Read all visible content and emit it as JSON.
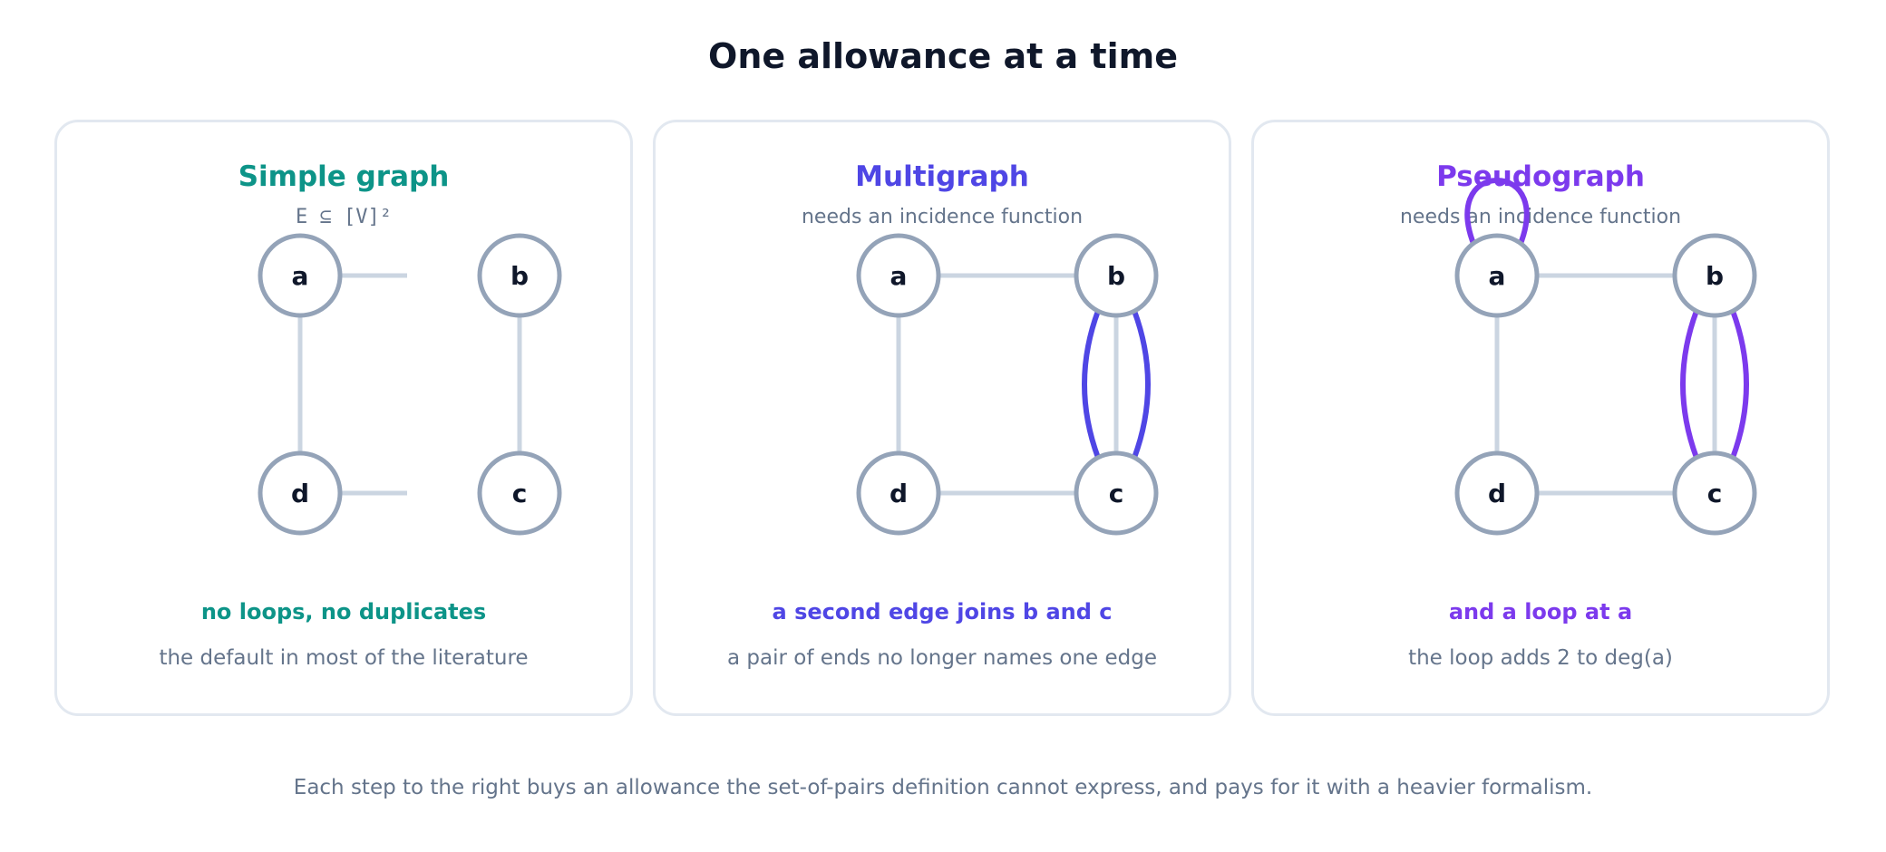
{
  "title": "One allowance at a time",
  "colors": {
    "simple": "#0d9488",
    "multi": "#4f46e5",
    "pseudo": "#7c3aed",
    "edge": "#cbd5e1",
    "node_stroke": "#94a3b8"
  },
  "panels": [
    {
      "title": "Simple graph",
      "subtitle": "E ⊆ [V]²",
      "note": "no loops, no duplicates",
      "description": "the default in most of the literature"
    },
    {
      "title": "Multigraph",
      "subtitle": "needs an incidence function",
      "note": "a second edge joins b and c",
      "description": "a pair of ends no longer names one edge"
    },
    {
      "title": "Pseudograph",
      "subtitle": "needs an incidence function",
      "note": "and a loop at a",
      "description": "the loop adds 2 to deg(a)"
    }
  ],
  "nodes": {
    "a": "a",
    "b": "b",
    "c": "c",
    "d": "d"
  },
  "footer": "Each step to the right buys an allowance the set-of-pairs definition cannot express, and pays for it with a heavier formalism."
}
